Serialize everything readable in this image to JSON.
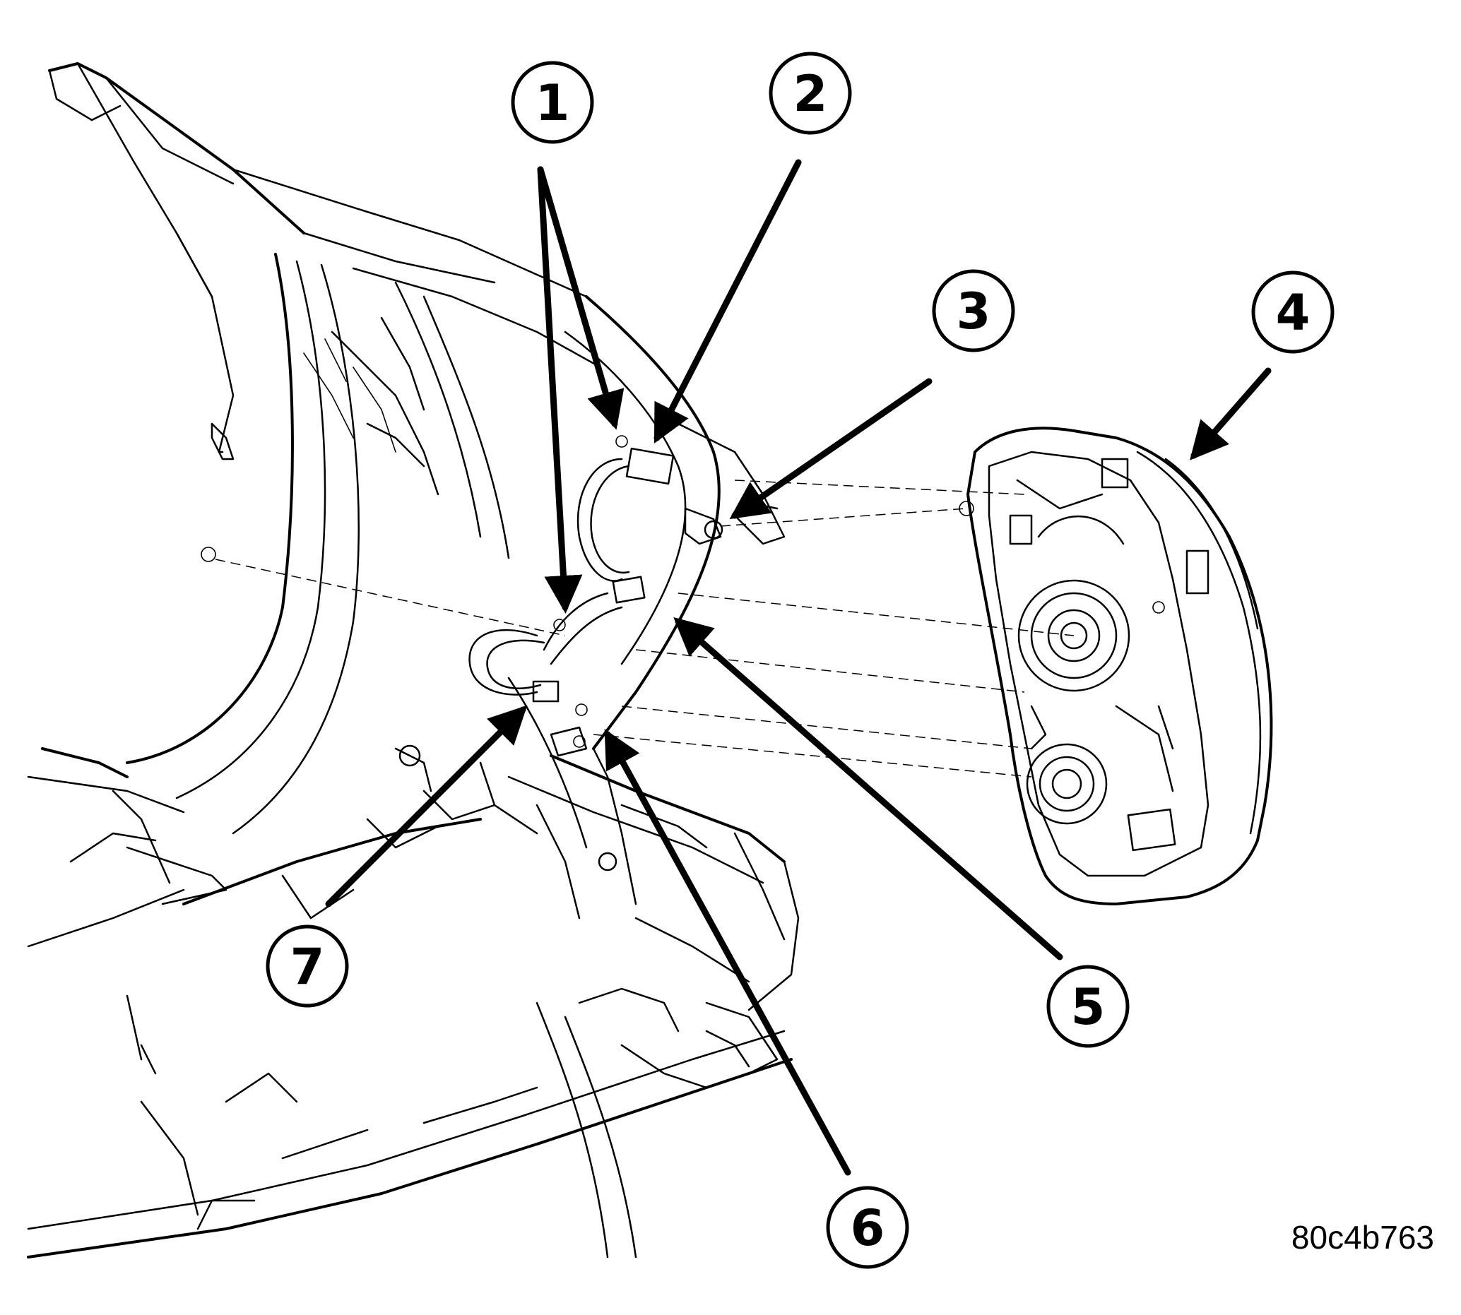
{
  "callouts": [
    {
      "id": "1",
      "label": "1"
    },
    {
      "id": "2",
      "label": "2"
    },
    {
      "id": "3",
      "label": "3"
    },
    {
      "id": "4",
      "label": "4"
    },
    {
      "id": "5",
      "label": "5"
    },
    {
      "id": "6",
      "label": "6"
    },
    {
      "id": "7",
      "label": "7"
    }
  ],
  "figure_code": "80c4b763"
}
